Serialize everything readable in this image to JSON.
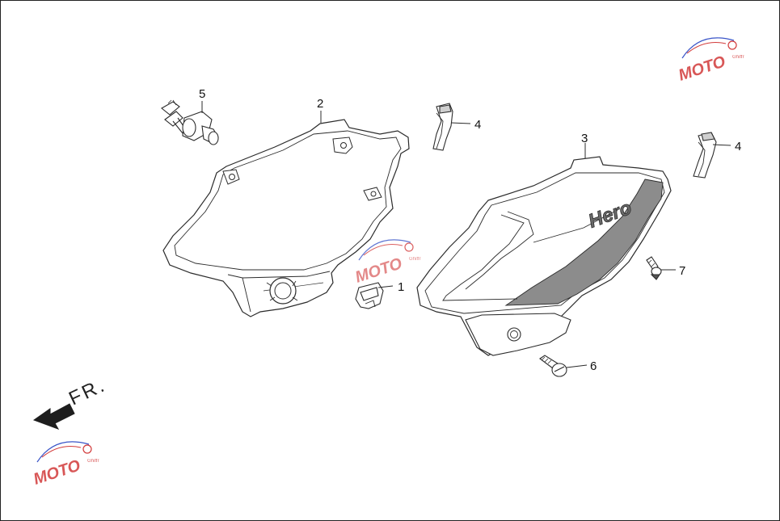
{
  "callouts": {
    "c1": "1",
    "c2": "2",
    "c3": "3",
    "c4a": "4",
    "c4b": "4",
    "c5": "5",
    "c6": "6",
    "c7": "7"
  },
  "direction": {
    "label": "FR."
  },
  "brand": {
    "cover_logo": "Hero"
  },
  "watermark": {
    "text": "MOTO",
    "tagline": "Ghiffr"
  },
  "colors": {
    "line": "#2b2b2b",
    "panel_fill": "#ffffff",
    "stripe_fill": "#8c8c8c",
    "arrow_fill": "#1e1e1e",
    "watermark_red": "#d23a3a",
    "watermark_blue": "#3a55c8"
  }
}
